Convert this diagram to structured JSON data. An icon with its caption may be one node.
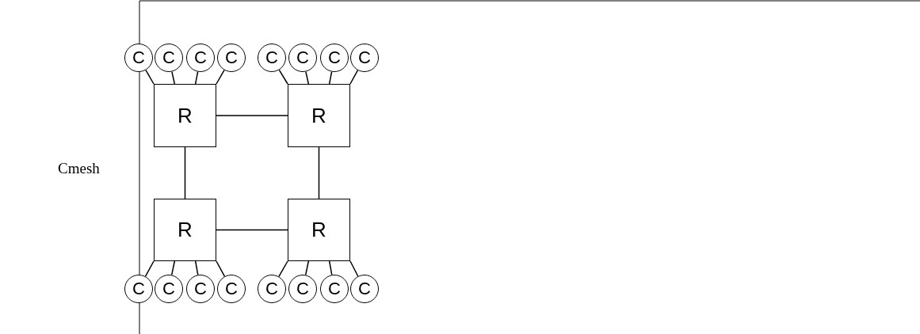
{
  "diagram": {
    "nodes": [
      {
        "text": [
          "C"
        ]
      },
      {
        "text": [
          "C"
        ]
      },
      {
        "text": [
          "C"
        ]
      },
      {
        "text": [
          "C"
        ]
      },
      {
        "text": [
          "C"
        ]
      },
      {
        "text": [
          "C"
        ]
      },
      {
        "text": [
          "C"
        ]
      },
      {
        "text": [
          "C"
        ]
      },
      {
        "text": [
          "R"
        ]
      },
      {
        "text": [
          "R"
        ]
      },
      {
        "text": [
          "R"
        ]
      },
      {
        "text": [
          "R"
        ]
      },
      {
        "text": [
          "C"
        ]
      },
      {
        "text": [
          "C"
        ]
      },
      {
        "text": [
          "C"
        ]
      },
      {
        "text": [
          "C"
        ]
      },
      {
        "text": [
          "C"
        ]
      },
      {
        "text": [
          "C"
        ]
      },
      {
        "text": [
          "C"
        ]
      },
      {
        "text": [
          "C"
        ]
      }
    ],
    "edges": [
      {
        "from": 8,
        "to": 0,
        "arrow": "none"
      },
      {
        "from": 8,
        "to": 1,
        "arrow": "none"
      },
      {
        "from": 8,
        "to": 2,
        "arrow": "none"
      },
      {
        "from": 8,
        "to": 3,
        "arrow": "none"
      },
      {
        "from": 9,
        "to": 4,
        "arrow": "none"
      },
      {
        "from": 9,
        "to": 5,
        "arrow": "none"
      },
      {
        "from": 9,
        "to": 6,
        "arrow": "none"
      },
      {
        "from": 9,
        "to": 7,
        "arrow": "none"
      },
      {
        "from": 8,
        "to": 9,
        "arrow": "none"
      },
      {
        "from": 8,
        "to": 10,
        "arrow": "none"
      },
      {
        "from": 9,
        "to": 11,
        "arrow": "none"
      },
      {
        "from": 10,
        "to": 11,
        "arrow": "none"
      },
      {
        "from": 10,
        "to": 12,
        "arrow": "none"
      },
      {
        "from": 10,
        "to": 13,
        "arrow": "none"
      },
      {
        "from": 10,
        "to": 14,
        "arrow": "none"
      },
      {
        "from": 10,
        "to": 15,
        "arrow": "none"
      },
      {
        "from": 11,
        "to": 16,
        "arrow": "none"
      },
      {
        "from": 11,
        "to": 17,
        "arrow": "none"
      },
      {
        "from": 11,
        "to": 18,
        "arrow": "none"
      },
      {
        "from": 11,
        "to": 19,
        "arrow": "none"
      }
    ],
    "labels": [
      "Cmesh"
    ]
  }
}
